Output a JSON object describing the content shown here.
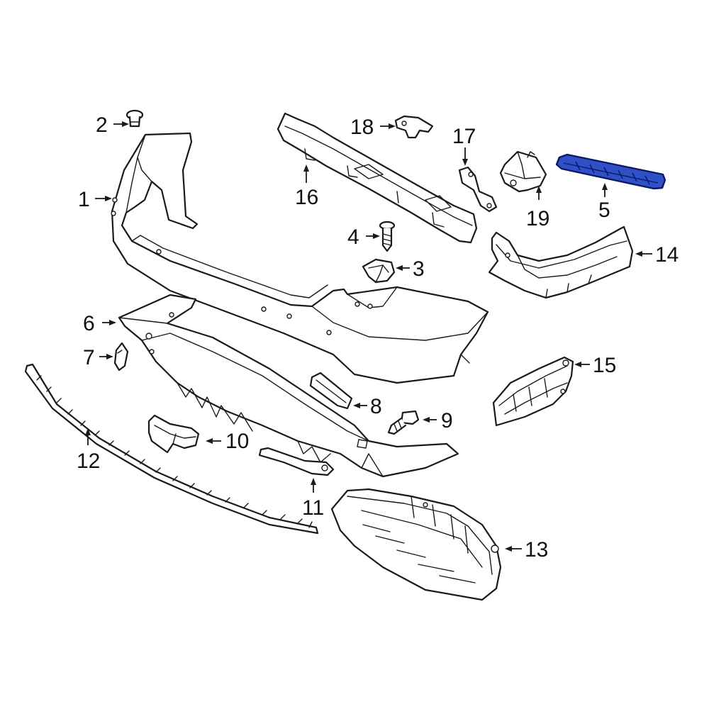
{
  "colors": {
    "line": "#1a1a1a",
    "highlight_fill": "#3050c8",
    "highlight_stroke": "#0c1a66",
    "background": "#ffffff"
  },
  "highlighted_part": "5",
  "callouts": {
    "c1": "1",
    "c2": "2",
    "c3": "3",
    "c4": "4",
    "c5": "5",
    "c6": "6",
    "c7": "7",
    "c8": "8",
    "c9": "9",
    "c10": "10",
    "c11": "11",
    "c12": "12",
    "c13": "13",
    "c14": "14",
    "c15": "15",
    "c16": "16",
    "c17": "17",
    "c18": "18",
    "c19": "19"
  }
}
